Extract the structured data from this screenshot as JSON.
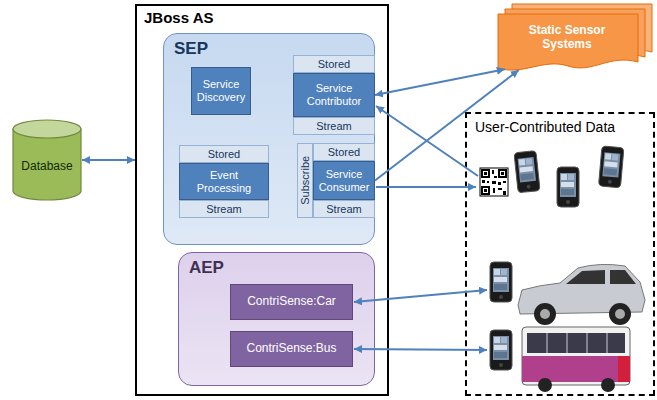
{
  "diagram": {
    "nodes": [
      {
        "text": [
          "Database"
        ]
      },
      {
        "text": [
          "JBoss AS"
        ]
      },
      {
        "text": [
          "SEP"
        ],
        "in": 1
      },
      {
        "text": [
          "Service Discovery"
        ],
        "in": 2
      },
      {
        "text": [
          "Stored"
        ],
        "in": 2
      },
      {
        "text": [
          "Service Contributor"
        ],
        "in": 2
      },
      {
        "text": [
          "Stream"
        ],
        "in": 2
      },
      {
        "text": [
          "Stored"
        ],
        "in": 2
      },
      {
        "text": [
          "Event Processing"
        ],
        "in": 2
      },
      {
        "text": [
          "Stream"
        ],
        "in": 2
      },
      {
        "text": [
          "Subscribe"
        ],
        "in": 2
      },
      {
        "text": [
          "Stored"
        ],
        "in": 2
      },
      {
        "text": [
          "Service Consumer"
        ],
        "in": 2
      },
      {
        "text": [
          "Stream"
        ],
        "in": 2
      },
      {
        "text": [
          "AEP"
        ],
        "in": 1
      },
      {
        "text": [
          "ContriSense:Car"
        ],
        "in": 14
      },
      {
        "text": [
          "ContriSense:Bus"
        ],
        "in": 14
      },
      {
        "text": [
          "Static Sensor Systems"
        ]
      },
      {
        "text": [
          "User-Contributed Data"
        ]
      }
    ],
    "edges": [
      {
        "from": 0,
        "to": 1,
        "arrow": "both"
      },
      {
        "from": 5,
        "to": 17,
        "arrow": "both"
      },
      {
        "from": 12,
        "to": 17,
        "arrow": "to"
      }
    ]
  }
}
